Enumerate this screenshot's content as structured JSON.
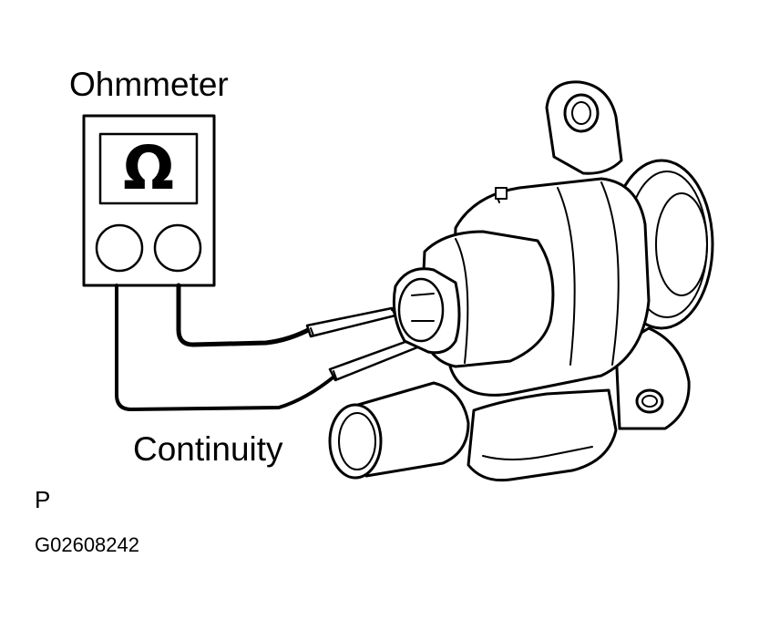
{
  "labels": {
    "meter": "Ohmmeter",
    "test": "Continuity",
    "view_mark": "P",
    "figure_code": "G02608242"
  },
  "meter": {
    "symbol": "Ω"
  },
  "icons": {
    "meter": "ohmmeter-icon",
    "part": "water-valve-icon"
  }
}
